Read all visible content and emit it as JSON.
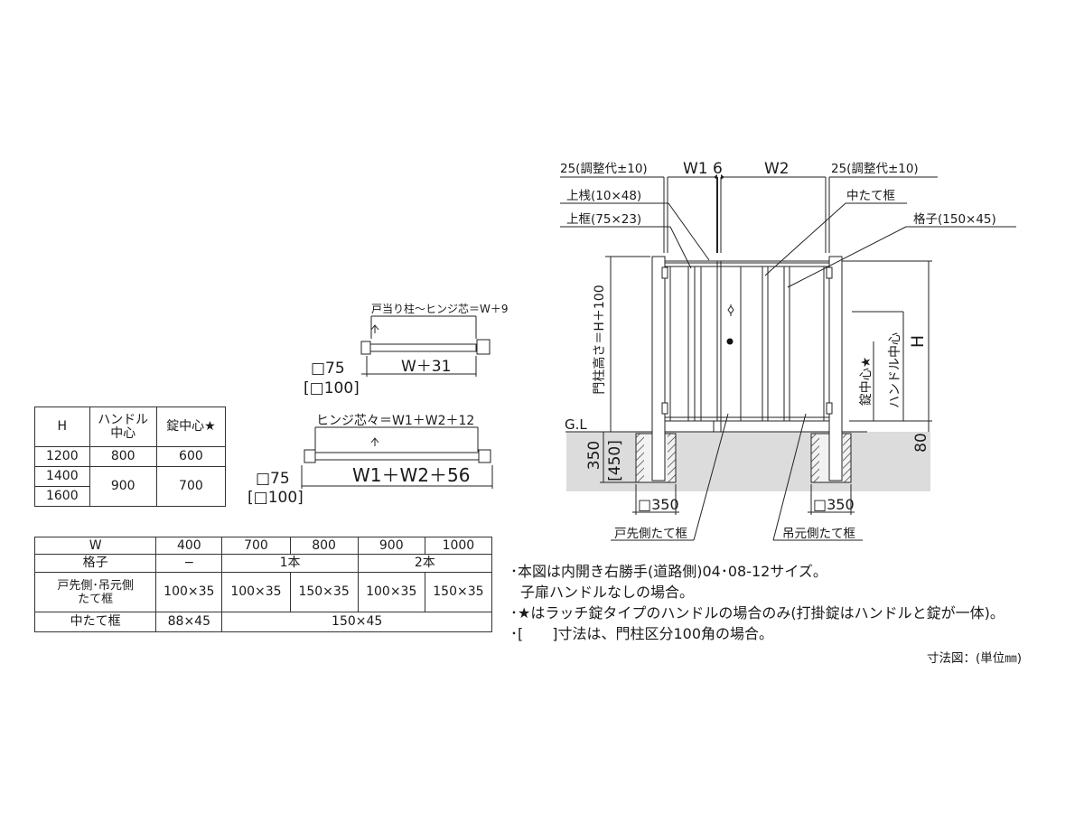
{
  "plan_single": {
    "hinge_label": "戸当り柱～ヒンジ芯＝W＋9",
    "post_size": "□75",
    "post_size_alt": "[□100]",
    "width_label": "W＋31"
  },
  "plan_double": {
    "hinge_label": "ヒンジ芯々＝W1＋W2＋12",
    "post_size": "□75",
    "post_size_alt": "[□100]",
    "width_label": "W1＋W2＋56"
  },
  "table_h": {
    "headers": [
      "H",
      "ハンドル\n中心",
      "錠中心★"
    ],
    "rows": [
      [
        "1200",
        "800",
        "600"
      ],
      [
        "1400",
        "900",
        "700"
      ],
      [
        "1600"
      ]
    ]
  },
  "table_w": {
    "headers": [
      "W",
      "400",
      "700",
      "800",
      "900",
      "1000"
    ],
    "row_koshi": [
      "格子",
      "−",
      "1本",
      "2本"
    ],
    "row_tatewaku": [
      "戸先側･吊元側\nたて框",
      "100×35",
      "100×35",
      "150×35",
      "100×35",
      "150×35"
    ],
    "row_naka": [
      "中たて框",
      "88×45",
      "150×45"
    ]
  },
  "elevation": {
    "adj_left": "25(調整代±10)",
    "adj_right": "25(調整代±10)",
    "w1": "W1",
    "gap": "6",
    "w2": "W2",
    "top_rail": "上桟(10×48)",
    "top_frame": "上框(75×23)",
    "center_stile": "中たて框",
    "lattice": "格子(150×45)",
    "post_height": "門柱高さ＝H＋100",
    "h": "H",
    "handle_center": "ハンドル中心",
    "lock_center": "錠中心★",
    "gl": "G.L",
    "depth": "350",
    "depth_alt": "[450]",
    "bottom_gap": "80",
    "foundation_left": "□350",
    "foundation_right": "□350",
    "latch_stile": "戸先側たて框",
    "hinge_stile": "吊元側たて框"
  },
  "notes": [
    "･本図は内開き右勝手(道路側)04･08-12サイズ。",
    "子扉ハンドルなしの場合。",
    "･★はラッチ錠タイプのハンドルの場合のみ(打掛錠はハンドルと錠が一体)。",
    "･[　　]寸法は、門柱区分100角の場合。"
  ],
  "caption": "寸法図：(単位㎜)"
}
